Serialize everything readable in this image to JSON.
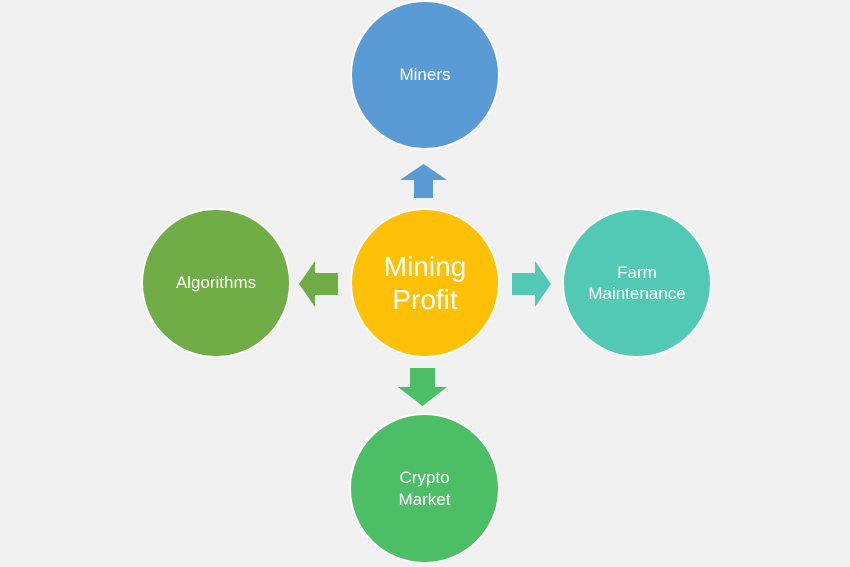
{
  "diagram": {
    "background_color": "#F1F1F1",
    "text_color": "#FFFFFF",
    "center": {
      "label": "Mining\nProfit",
      "color": "#FFC008"
    },
    "nodes": [
      {
        "label": "Miners",
        "position": "top",
        "color": "#5B9BD5"
      },
      {
        "label": "Algorithms",
        "position": "left",
        "color": "#70AD47"
      },
      {
        "label": "Farm\nMaintenance",
        "position": "right",
        "color": "#52C9B4"
      },
      {
        "label": "Crypto\nMarket",
        "position": "bottom",
        "color": "#4CBE66"
      }
    ],
    "arrows": [
      {
        "direction": "up",
        "from": "Mining Profit",
        "to": "Miners",
        "color": "#5B9BD5"
      },
      {
        "direction": "left",
        "from": "Mining Profit",
        "to": "Algorithms",
        "color": "#70AD47"
      },
      {
        "direction": "right",
        "from": "Mining Profit",
        "to": "Farm Maintenance",
        "color": "#52C9B4"
      },
      {
        "direction": "down",
        "from": "Mining Profit",
        "to": "Crypto Market",
        "color": "#4CBE66"
      }
    ]
  }
}
